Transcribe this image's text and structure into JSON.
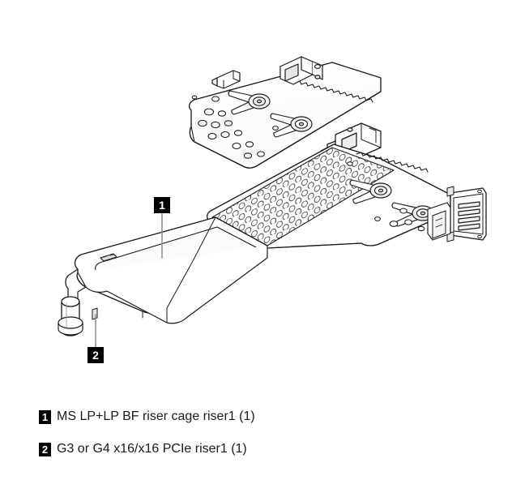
{
  "figure": {
    "type": "technical-line-drawing",
    "subject": "PCIe riser cage assembly exploded view",
    "background_color": "#ffffff",
    "line_color": "#1a1a1a",
    "fill_color": "#ffffff",
    "shade_color": "#e8e8e8",
    "leader_line_color": "#8c8c8c"
  },
  "callouts": [
    {
      "id": "1",
      "label": "1"
    },
    {
      "id": "2",
      "label": "2"
    }
  ],
  "legend": {
    "rows": [
      {
        "marker": "1",
        "text": "MS LP+LP BF riser cage riser1 (1)"
      },
      {
        "marker": "2",
        "text": "G3 or G4 x16/x16 PCIe riser1 (1)"
      }
    ]
  },
  "colors": {
    "marker_background": "#000000",
    "marker_text": "#ffffff",
    "legend_text": "#1a1a1a",
    "page_background": "#ffffff"
  }
}
